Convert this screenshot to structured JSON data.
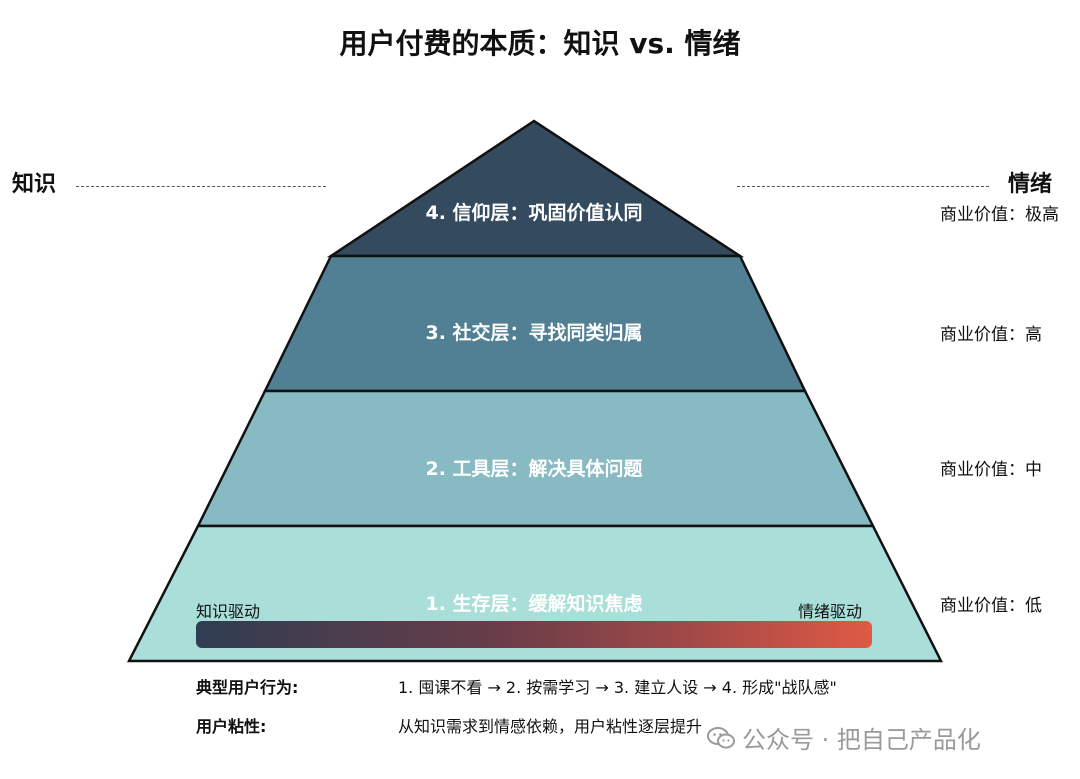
{
  "title": "用户付费的本质：知识 vs. 情绪",
  "left_label": "知识",
  "right_label": "情绪",
  "layers": [
    {
      "label": "4. 信仰层：巩固价值认同",
      "value": "商业价值：极高",
      "color": "#344a5f"
    },
    {
      "label": "3. 社交层：寻找同类归属",
      "value": "商业价值：高",
      "color": "#517f94"
    },
    {
      "label": "2. 工具层：解决具体问题",
      "value": "商业价值：中",
      "color": "#88bac4"
    },
    {
      "label": "1. 生存层：缓解知识焦虑",
      "value": "商业价值：低",
      "color": "#aadfd9"
    }
  ],
  "gradient": {
    "left_label": "知识驱动",
    "right_label": "情绪驱动",
    "start_color": "#2f3d52",
    "end_color": "#e05a44"
  },
  "rows": [
    {
      "label": "典型用户行为:",
      "text": "1. 囤课不看 → 2. 按需学习 → 3. 建立人设 → 4. 形成\"战队感\""
    },
    {
      "label": "用户粘性:",
      "text": "从知识需求到情感依赖，用户粘性逐层提升"
    }
  ],
  "watermark": {
    "text": "公众号 · 把自己产品化",
    "icon": "wechat-icon"
  }
}
